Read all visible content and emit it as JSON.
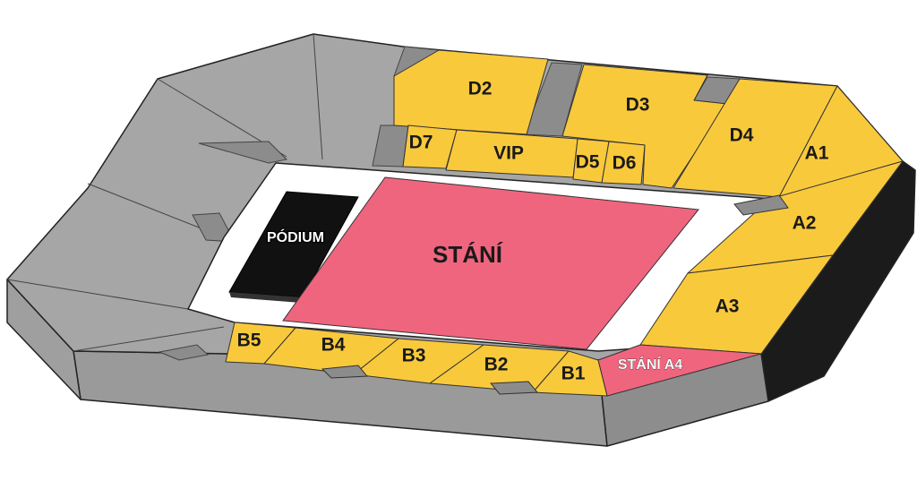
{
  "colors": {
    "seat_yellow": "#F9C93C",
    "standing_pink": "#F0657E",
    "inactive_gray": "#A6A6A6",
    "gray_dark": "#8C8C8C",
    "stage_black": "#111111",
    "floor_white": "#FFFFFF",
    "outline": "#222222"
  },
  "stage": {
    "label": "PÓDIUM"
  },
  "floor": {
    "label": "STÁNÍ"
  },
  "sections": {
    "D2": "D2",
    "D3": "D3",
    "D4": "D4",
    "D7": "D7",
    "VIP": "VIP",
    "D5": "D5",
    "D6": "D6",
    "A1": "A1",
    "A2": "A2",
    "A3": "A3",
    "A4": "STÁNÍ A4",
    "B1": "B1",
    "B2": "B2",
    "B3": "B3",
    "B4": "B4",
    "B5": "B5"
  }
}
